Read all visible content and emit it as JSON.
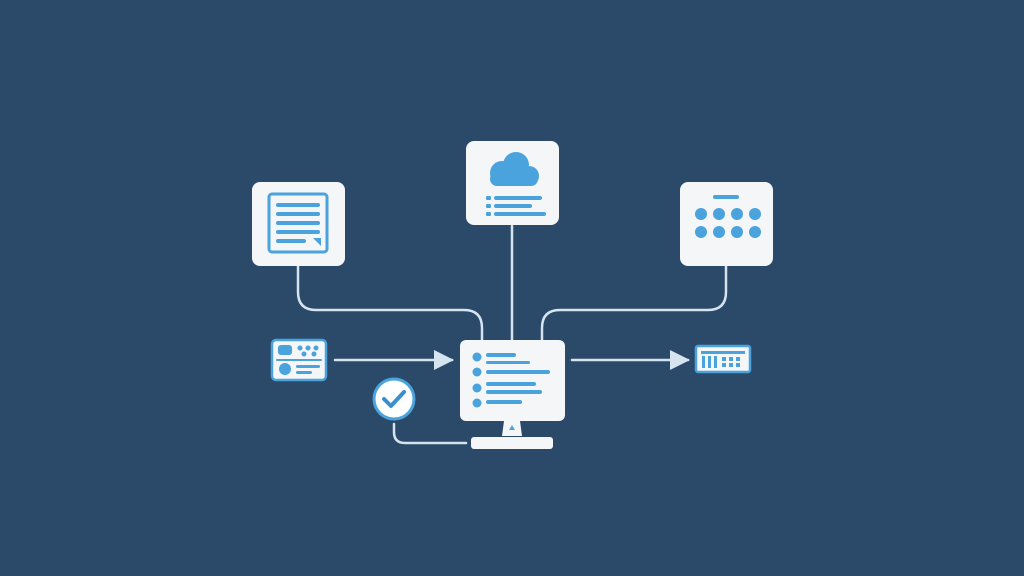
{
  "colors": {
    "background": "#2b4a6a",
    "card": "#f4f6f8",
    "accent": "#4aa3dc",
    "connector": "#d6e4f0",
    "check_bg": "#ffffff",
    "check_mark": "#3a8fd0"
  },
  "nodes": [
    {
      "id": "document",
      "icon": "document-icon"
    },
    {
      "id": "cloud",
      "icon": "cloud-icon"
    },
    {
      "id": "grid",
      "icon": "dot-grid-icon"
    },
    {
      "id": "input-panel",
      "icon": "control-panel-icon"
    },
    {
      "id": "computer",
      "icon": "desktop-computer-icon"
    },
    {
      "id": "output-table",
      "icon": "table-icon"
    },
    {
      "id": "verification",
      "icon": "checkmark-icon"
    }
  ],
  "edges": [
    {
      "from": "document",
      "to": "computer"
    },
    {
      "from": "cloud",
      "to": "computer"
    },
    {
      "from": "grid",
      "to": "computer"
    },
    {
      "from": "input-panel",
      "to": "computer",
      "arrow": true
    },
    {
      "from": "computer",
      "to": "output-table",
      "arrow": true
    },
    {
      "from": "verification",
      "to": "computer"
    }
  ]
}
